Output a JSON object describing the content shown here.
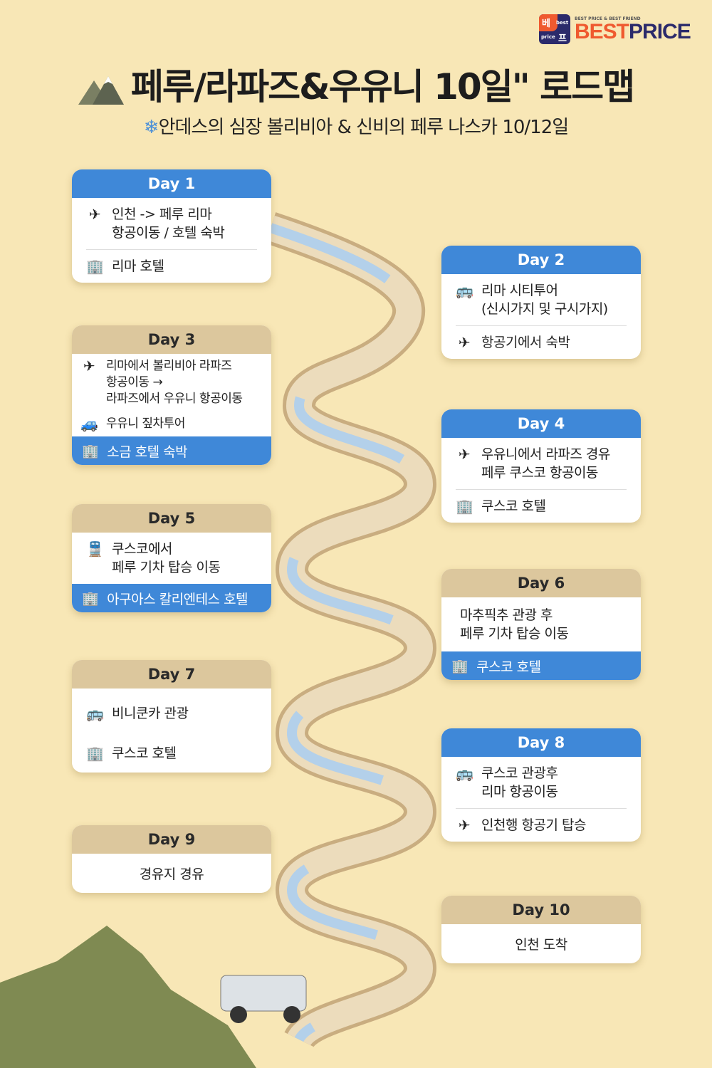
{
  "logo": {
    "tagline": "BEST PRICE & BEST FRIEND",
    "best": "BEST",
    "price": "PRICE",
    "badge_top": "베",
    "badge_best": "best",
    "badge_price": "price",
    "badge_bottom": "프"
  },
  "title": "페루/라파즈&우유니 10일\" 로드맵",
  "subtitle_icon": "❄",
  "subtitle": "안데스의 심장 볼리비아 & 신비의 페루 나스카 10/12일",
  "days": [
    {
      "label": "Day 1",
      "rows": [
        {
          "icon": "plane-icon",
          "text": "인천 -> 페루 리마\n항공이동 / 호텔 숙박"
        },
        {
          "icon": "hotel-icon",
          "text": "리마 호텔"
        }
      ]
    },
    {
      "label": "Day 2",
      "rows": [
        {
          "icon": "bus-icon",
          "text": "리마 시티투어\n(신시가지 및 구시가지)"
        },
        {
          "icon": "plane-icon",
          "text": "항공기에서 숙박"
        }
      ]
    },
    {
      "label": "Day 3",
      "rows": [
        {
          "icon": "plane-icon",
          "text": "리마에서 볼리비아 라파즈\n항공이동 →\n라파즈에서 우유니 항공이동"
        },
        {
          "icon": "car-icon",
          "text": "우유니 짚차투어"
        }
      ],
      "footer": "소금 호텔 숙박"
    },
    {
      "label": "Day 4",
      "rows": [
        {
          "icon": "plane-icon",
          "text": "우유니에서 라파즈 경유\n페루 쿠스코 항공이동"
        },
        {
          "icon": "hotel-icon",
          "text": "쿠스코 호텔"
        }
      ]
    },
    {
      "label": "Day 5",
      "rows": [
        {
          "icon": "train-icon",
          "text": "쿠스코에서\n페루 기차 탑승 이동"
        }
      ],
      "footer": "아구아스 칼리엔테스 호텔"
    },
    {
      "label": "Day 6",
      "rows": [
        {
          "text": "마추픽추 관광 후\n페루 기차 탑승 이동"
        }
      ],
      "footer": "쿠스코 호텔"
    },
    {
      "label": "Day 7",
      "rows": [
        {
          "icon": "bus-icon",
          "text": "비니쿤카 관광"
        },
        {
          "icon": "hotel-icon",
          "text": "쿠스코 호텔"
        }
      ]
    },
    {
      "label": "Day 8",
      "rows": [
        {
          "icon": "bus-icon",
          "text": "쿠스코 관광후\n리마 항공이동"
        },
        {
          "icon": "plane-icon",
          "text": "인천행 항공기 탑승"
        }
      ]
    },
    {
      "label": "Day 9",
      "text": "경유지 경유"
    },
    {
      "label": "Day 10",
      "text": "인천 도착"
    }
  ],
  "colors": {
    "background": "#f8e7b6",
    "blue": "#3f88d8",
    "tan": "#dcc79d",
    "brand_orange": "#ef5a2f",
    "brand_navy": "#2b2a6b"
  }
}
